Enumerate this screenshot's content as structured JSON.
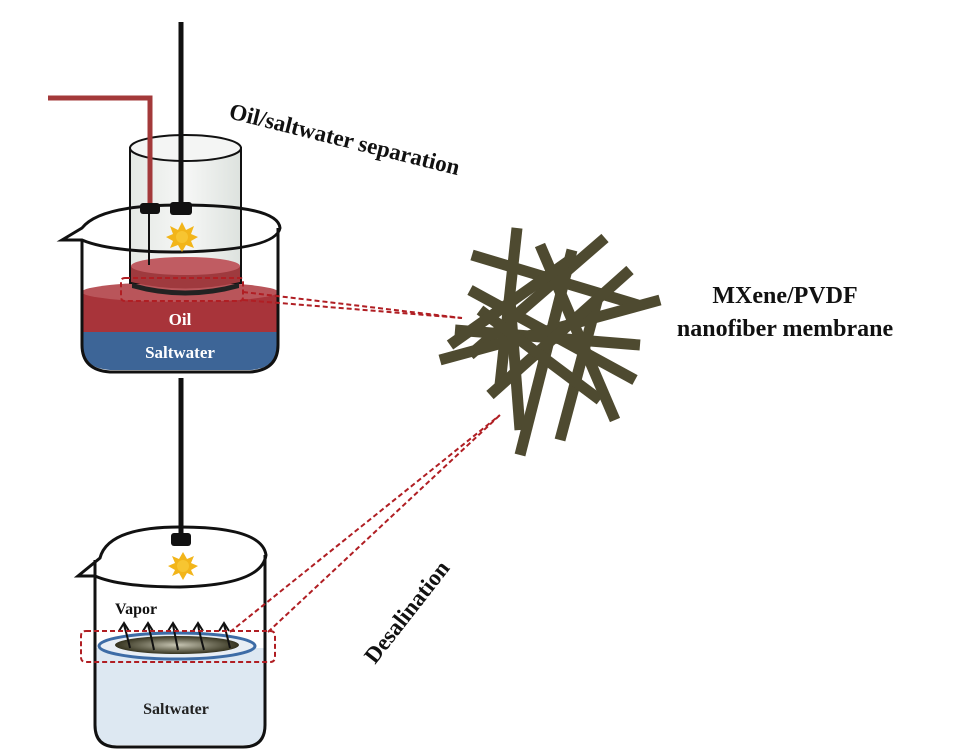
{
  "labels": {
    "top_process": "Oil/saltwater separation",
    "bottom_process": "Desalination",
    "membrane_line1": "MXene/PVDF",
    "membrane_line2": "nanofiber membrane",
    "top_oil_layer": "Oil",
    "top_saltwater_layer": "Saltwater",
    "bottom_vapor": "Vapor",
    "bottom_saltwater": "Saltwater"
  },
  "colors": {
    "oil": "#a8343a",
    "saltwater_top": "#3d6597",
    "saltwater_bottom": "#dde8f2",
    "tube": "#a3393a",
    "rod": "#111111",
    "fiber": "#4e4a30",
    "dashed": "#b01e23",
    "sun": "#f2b51a",
    "membrane_ring": "#3d6ca6"
  },
  "icons": [
    "sun-icon",
    "vapor-arrow-icon",
    "nanofiber-mesh-icon"
  ]
}
